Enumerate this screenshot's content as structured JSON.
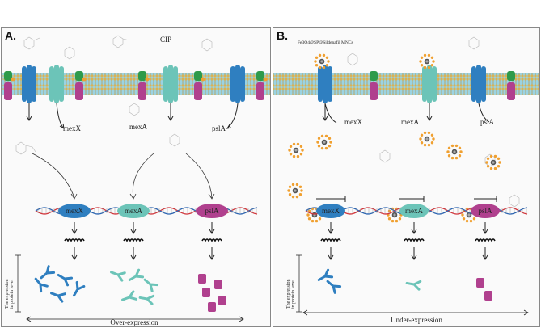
{
  "panel_a": {
    "letter": "A.",
    "drug_label": "CIP",
    "pump_labels": {
      "left": "mexX",
      "middle": "mexA",
      "right": "pslA"
    },
    "gene_labels": [
      "mexX",
      "mexA",
      "pslA"
    ],
    "axis_label_line1": "The expression",
    "axis_label_line2": "in protein level",
    "footer": "Over-expression",
    "protein_counts": {
      "mexX": 5,
      "mexA": 5,
      "pslA": 5
    }
  },
  "panel_b": {
    "letter": "B.",
    "nanocarrier_label": "Fe3O4@SP@Sildenafil MNCs",
    "pump_labels": {
      "left": "mexX",
      "middle": "mexA",
      "right": "pslA"
    },
    "gene_labels": [
      "mexX",
      "mexA",
      "pslA"
    ],
    "axis_label_line1": "The expression",
    "axis_label_line2": "in protein level",
    "footer": "Under-expression",
    "protein_counts": {
      "mexX": 2,
      "mexA": 1,
      "pslA": 2
    }
  },
  "colors": {
    "mexX": "#2f7fc0",
    "mexA": "#6cc4b8",
    "pslA": "#b0408e",
    "membrane": "#e8c770",
    "membrane_band": "#9bd3e2",
    "channel_green": "#2e9a4a",
    "nanoparticle_shell": "#f0a030",
    "nanoparticle_core": "#555555",
    "dna_red": "#d0343a",
    "dna_blue": "#2a63b0"
  }
}
